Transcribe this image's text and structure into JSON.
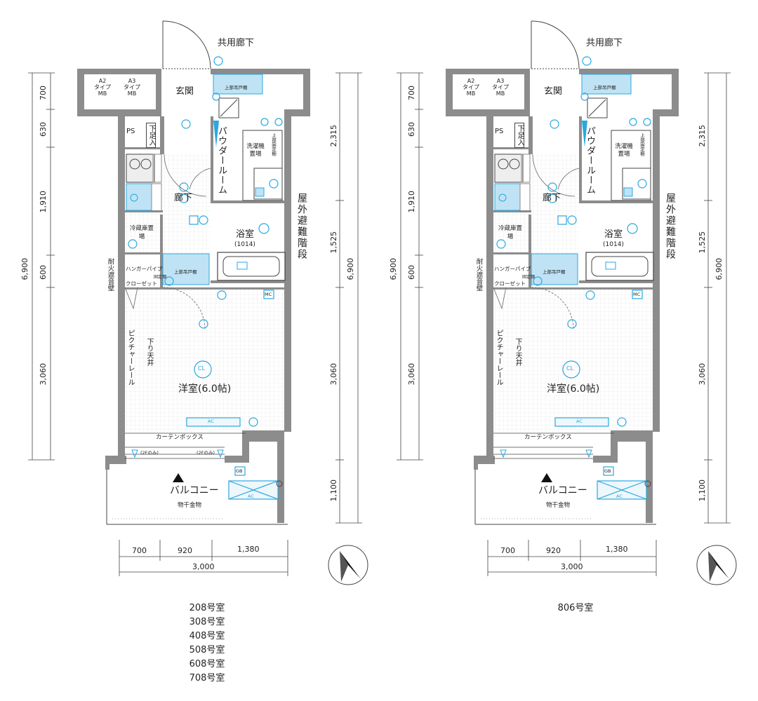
{
  "plans": [
    {
      "id": "left",
      "labels": {
        "corridor_common": "共用廊下",
        "entrance": "玄関",
        "mb_a2": "A2\nタイプ\nMB",
        "mb_a3": "A3\nタイプ\nMB",
        "ps": "PS",
        "shoe_box": "下足入",
        "powder_room": "パウダールーム",
        "washer": "洗濯機置場",
        "hallway": "廊下",
        "fridge": "冷蔵庫置場",
        "bathroom": "浴室",
        "bath_size": "(1014)",
        "hanger_pipe": "ハンガーパイプ",
        "closet": "クローゼット",
        "fixed_shelf": "固定棚",
        "upper_cabinet": "上部吊戸棚",
        "upper_fixed_shelf": "上部固定棚",
        "fire_wall": "耐火遮音壁",
        "outdoor_stairs": "屋外避難階段",
        "picture_rail": "ピクチャーレール",
        "lowered_ceiling": "下り天井",
        "western_room": "洋室(6.0帖)",
        "cl": "CL",
        "curtain_box": "カーテンボックス",
        "balcony": "バルコニー",
        "laundry_hardware": "物干金物",
        "ac": "AC",
        "gb": "GB",
        "mc": "MC",
        "second_floor_only_1": "(2Fのみ)",
        "second_floor_only_2": "(2Fのみ)"
      },
      "dims_left": [
        "700",
        "630",
        "1,910",
        "600",
        "3,060"
      ],
      "dims_left_total": "6,900",
      "dims_right": [
        "2,315",
        "1,525",
        "3,060",
        "1,100"
      ],
      "dims_right_total": "6,900",
      "dims_bottom": [
        "700",
        "920",
        "1,380"
      ],
      "dims_bottom_total": "3,000",
      "unit_numbers": [
        "208号室",
        "308号室",
        "408号室",
        "508号室",
        "608号室",
        "708号室"
      ]
    },
    {
      "id": "right",
      "labels": {
        "corridor_common": "共用廊下",
        "entrance": "玄関",
        "mb_a2": "A2\nタイプ\nMB",
        "mb_a3": "A3\nタイプ\nMB",
        "ps": "PS",
        "shoe_box": "下足入",
        "powder_room": "パウダールーム",
        "washer": "洗濯機置場",
        "hallway": "廊下",
        "fridge": "冷蔵庫置場",
        "bathroom": "浴室",
        "bath_size": "(1014)",
        "hanger_pipe": "ハンガーパイプ",
        "closet": "クローゼット",
        "fixed_shelf": "固定棚",
        "upper_cabinet": "上部吊戸棚",
        "upper_fixed_shelf": "上部固定棚",
        "fire_wall": "耐火遮音壁",
        "outdoor_stairs": "屋外避難階段",
        "picture_rail": "ピクチャーレール",
        "lowered_ceiling": "下り天井",
        "western_room": "洋室(6.0帖)",
        "cl": "CL",
        "curtain_box": "カーテンボックス",
        "balcony": "バルコニー",
        "laundry_hardware": "物干金物",
        "ac": "AC",
        "gb": "GB",
        "mc": "MC",
        "second_floor_only_1": "",
        "second_floor_only_2": ""
      },
      "dims_left": [
        "700",
        "630",
        "1,910",
        "600",
        "3,060"
      ],
      "dims_left_total": "6,900",
      "dims_right": [
        "2,315",
        "1,525",
        "3,060",
        "1,100"
      ],
      "dims_right_total": "6,900",
      "dims_bottom": [
        "700",
        "920",
        "1,380"
      ],
      "dims_bottom_total": "3,000",
      "unit_numbers": [
        "806号室"
      ]
    }
  ],
  "colors": {
    "wall": "#8c8c8c",
    "fixture_blue": "#29a8e0",
    "fixture_fill": "#bfe3f5",
    "grid": "#e6e6e6"
  }
}
